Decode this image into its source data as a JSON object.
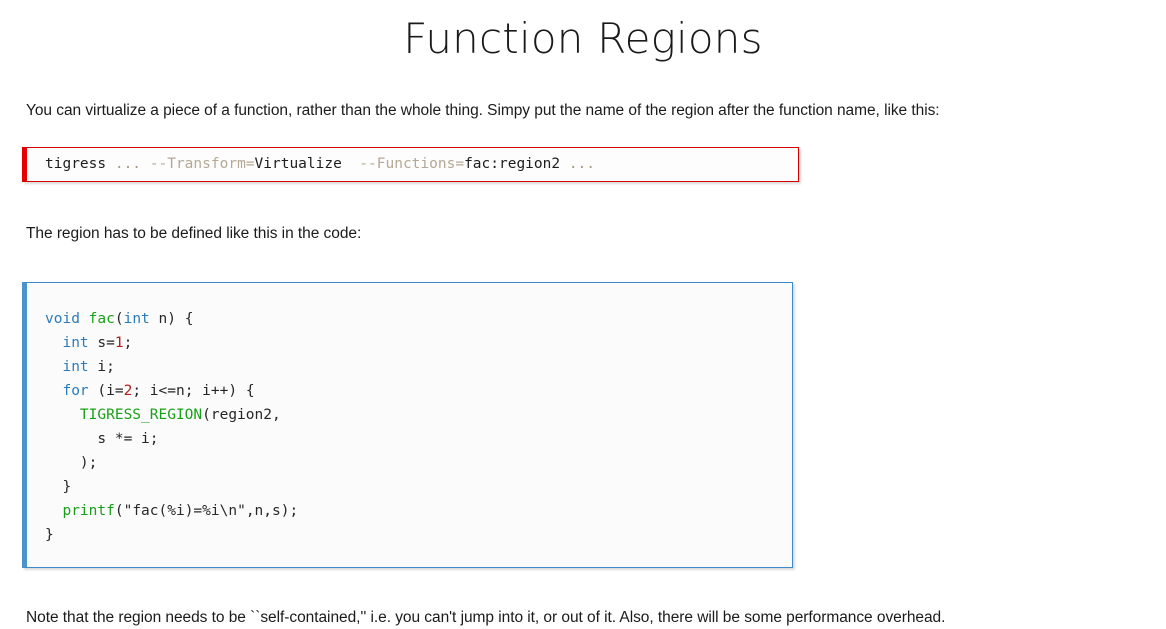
{
  "page": {
    "title": "Function Regions"
  },
  "paragraphs": {
    "intro": "You can virtualize a piece of a function, rather than the whole thing. Simpy put the name of the region after the function name, like this:",
    "middle": "The region has to be defined like this in the code:",
    "note": "Note that the region needs to be ``self-contained,'' i.e. you can't jump into it, or out of it. Also, there will be some performance overhead."
  },
  "command_box": {
    "accent_color": "#e40000",
    "border_color": "#d40000",
    "full_text": "tigress ... --Transform=Virtualize  --Functions=fac:region2 ...",
    "tokens": [
      {
        "text": "tigress ",
        "kind": "plain"
      },
      {
        "text": "... ",
        "kind": "dim"
      },
      {
        "text": "--Transform=",
        "kind": "flag"
      },
      {
        "text": "Virtualize  ",
        "kind": "plain"
      },
      {
        "text": "--Functions=",
        "kind": "flag"
      },
      {
        "text": "fac:region2 ",
        "kind": "plain"
      },
      {
        "text": "...",
        "kind": "dim"
      }
    ]
  },
  "code_box": {
    "accent_color": "#4b93cd",
    "border_color": "#3d89c9",
    "language": "c",
    "full_text": "void fac(int n) {\n  int s=1;\n  int i;\n  for (i=2; i<=n; i++) {\n    TIGRESS_REGION(region2,\n      s *= i;\n    );\n  }\n  printf(\"fac(%i)=%i\\n\",n,s);\n}",
    "lines": [
      {
        "indent": 0,
        "tokens": [
          {
            "t": "void",
            "k": "kw"
          },
          {
            "t": " ",
            "k": "pn"
          },
          {
            "t": "fac",
            "k": "fn"
          },
          {
            "t": "(",
            "k": "pn"
          },
          {
            "t": "int",
            "k": "kw"
          },
          {
            "t": " n) {",
            "k": "pn"
          }
        ]
      },
      {
        "indent": 1,
        "tokens": [
          {
            "t": "int",
            "k": "kw"
          },
          {
            "t": " s=",
            "k": "pn"
          },
          {
            "t": "1",
            "k": "num"
          },
          {
            "t": ";",
            "k": "pn"
          }
        ]
      },
      {
        "indent": 1,
        "tokens": [
          {
            "t": "int",
            "k": "kw"
          },
          {
            "t": " i;",
            "k": "pn"
          }
        ]
      },
      {
        "indent": 1,
        "tokens": [
          {
            "t": "for",
            "k": "kw"
          },
          {
            "t": " (i=",
            "k": "pn"
          },
          {
            "t": "2",
            "k": "num"
          },
          {
            "t": "; i<=n; i++) {",
            "k": "pn"
          }
        ]
      },
      {
        "indent": 2,
        "tokens": [
          {
            "t": "TIGRESS_REGION",
            "k": "fn"
          },
          {
            "t": "(region2,",
            "k": "pn"
          }
        ]
      },
      {
        "indent": 3,
        "tokens": [
          {
            "t": "s *= i;",
            "k": "pn"
          }
        ]
      },
      {
        "indent": 2,
        "tokens": [
          {
            "t": ");",
            "k": "pn"
          }
        ]
      },
      {
        "indent": 1,
        "tokens": [
          {
            "t": "}",
            "k": "pn"
          }
        ]
      },
      {
        "indent": 1,
        "tokens": [
          {
            "t": "printf",
            "k": "fn"
          },
          {
            "t": "(",
            "k": "pn"
          },
          {
            "t": "\"fac(%i)=%i\\n\"",
            "k": "str"
          },
          {
            "t": ",n,s);",
            "k": "pn"
          }
        ]
      },
      {
        "indent": 0,
        "tokens": [
          {
            "t": "}",
            "k": "pn"
          }
        ]
      }
    ]
  },
  "colors": {
    "keyword": "#2b7bba",
    "function": "#19a019",
    "number": "#b31d1d",
    "text": "#1a1a1a",
    "background": "#ffffff"
  }
}
